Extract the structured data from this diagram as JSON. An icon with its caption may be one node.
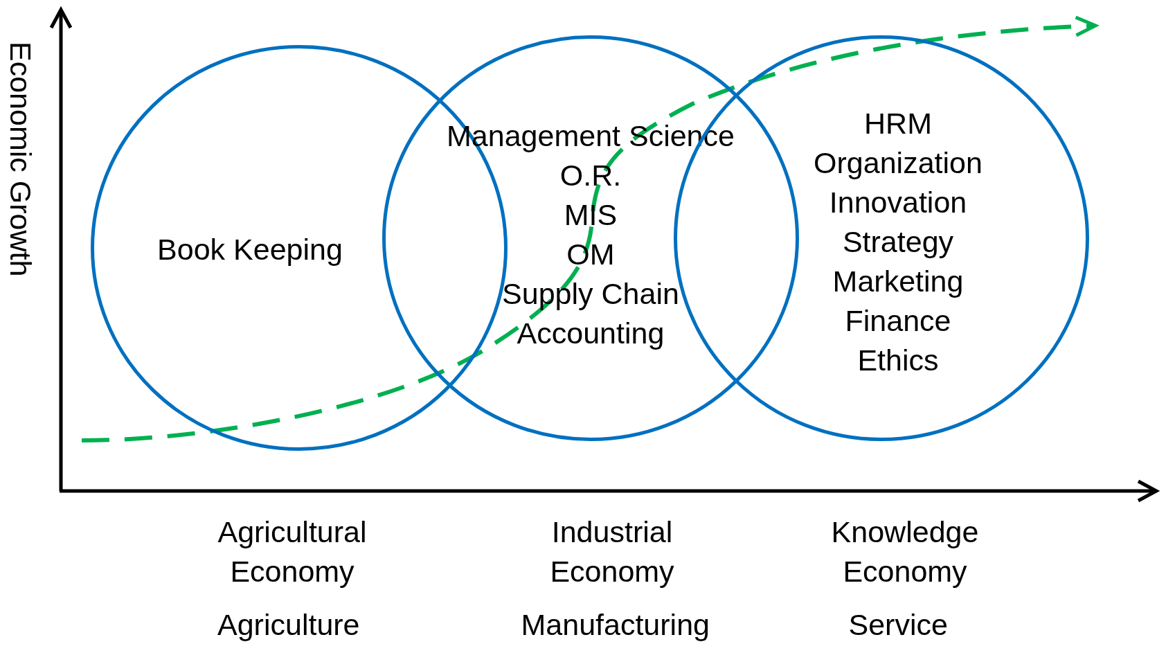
{
  "diagram": {
    "nodes": [
      {
        "text": [
          "Book Keeping"
        ]
      },
      {
        "text": [
          "Management Science",
          "O.R.",
          "MIS",
          "OM",
          "Supply Chain",
          "Accounting"
        ]
      },
      {
        "text": [
          "HRM",
          "Organization",
          "Innovation",
          "Strategy",
          "Marketing",
          "Finance",
          "Ethics"
        ]
      }
    ],
    "edges": [],
    "labels": [
      "Economic Growth",
      "Agricultural Economy",
      "Industrial Economy",
      "Knowledge Economy",
      "Agriculture",
      "Manufacturing",
      "Service"
    ]
  }
}
